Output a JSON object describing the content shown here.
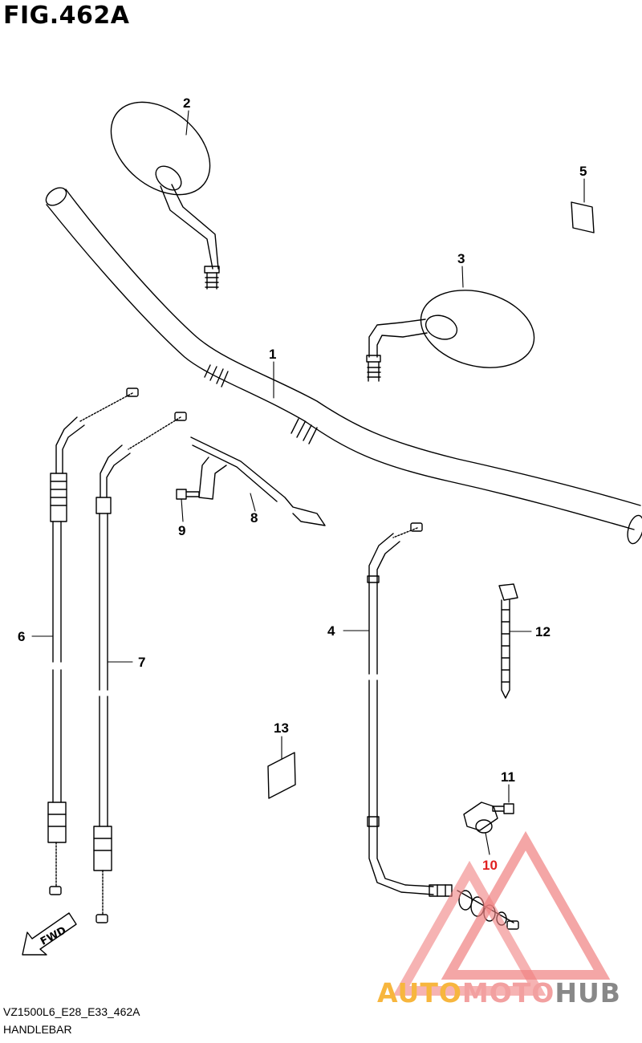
{
  "figure": {
    "title": "FIG.462A",
    "model_code": "VZ1500L6_E28_E33_462A",
    "caption": "HANDLEBAR"
  },
  "callouts": [
    {
      "id": "1",
      "label": "1"
    },
    {
      "id": "2",
      "label": "2"
    },
    {
      "id": "3",
      "label": "3"
    },
    {
      "id": "4",
      "label": "4"
    },
    {
      "id": "5",
      "label": "5"
    },
    {
      "id": "6",
      "label": "6"
    },
    {
      "id": "7",
      "label": "7"
    },
    {
      "id": "8",
      "label": "8"
    },
    {
      "id": "9",
      "label": "9"
    },
    {
      "id": "10",
      "label": "10"
    },
    {
      "id": "11",
      "label": "11"
    },
    {
      "id": "12",
      "label": "12"
    },
    {
      "id": "13",
      "label": "13"
    }
  ],
  "fwd_label": "FWD",
  "watermark": {
    "part1": "AUTO",
    "part2": "MOTO",
    "part3": "HUB",
    "colors": {
      "auto": "#f7b63e",
      "moto": "#f2a0a0",
      "hub": "#888888",
      "triangle": "#f08080"
    }
  }
}
